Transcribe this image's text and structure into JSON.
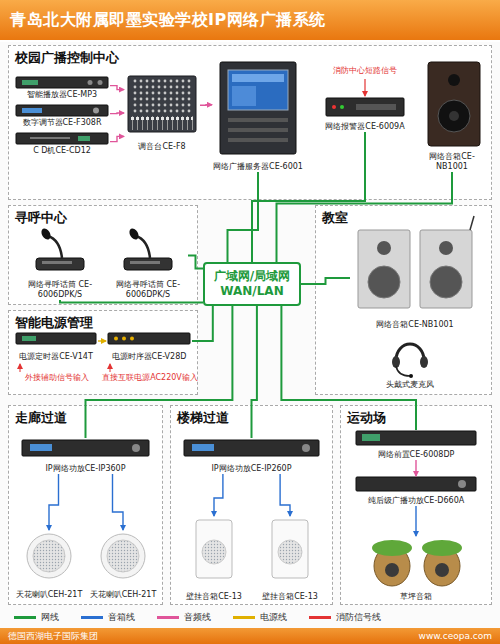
{
  "diagram": {
    "title": "青岛北大附属即墨实验学校IP网络广播系统",
    "nodes": [
      {
        "text": [
          "校园广播控制中心"
        ]
      },
      {
        "text": [
          "智能播放器CE-MP3"
        ],
        "in": 0
      },
      {
        "text": [
          "数字调节器CE-F308R"
        ],
        "in": 0
      },
      {
        "text": [
          "C D机CE-CD12"
        ],
        "in": 0
      },
      {
        "text": [
          "调音台CE-F8"
        ],
        "in": 0
      },
      {
        "text": [
          "网络广播服务器CE-6001"
        ],
        "in": 0
      },
      {
        "text": [
          "网络报警器CE-6009A"
        ],
        "in": 0
      },
      {
        "text": [
          "网络音箱CE-NB1001"
        ],
        "in": 0
      },
      {
        "text": [
          "寻呼中心"
        ]
      },
      {
        "text": [
          "网络寻呼话筒 CE-6006DPK/S"
        ],
        "in": 8
      },
      {
        "text": [
          "网络寻呼话筒 CE-6006DPK/S"
        ],
        "in": 8
      },
      {
        "text": [
          "智能电源管理"
        ]
      },
      {
        "text": [
          "电源定时器CE-V14T"
        ],
        "in": 11
      },
      {
        "text": [
          "电源时序器CE-V28D"
        ],
        "in": 11
      },
      {
        "text": [
          "广域网/局域网 WAN/LAN"
        ]
      },
      {
        "text": [
          "教室"
        ]
      },
      {
        "text": [
          "网络音箱CE-NB1001"
        ],
        "in": 15
      },
      {
        "text": [
          "头戴式麦克风"
        ],
        "in": 15
      },
      {
        "text": [
          "走廊过道"
        ]
      },
      {
        "text": [
          "IP网络功放CE-IP360P"
        ],
        "in": 18
      },
      {
        "text": [
          "天花喇叭CEH-21T"
        ],
        "in": 18
      },
      {
        "text": [
          "天花喇叭CEH-21T"
        ],
        "in": 18
      },
      {
        "text": [
          "楼梯过道"
        ]
      },
      {
        "text": [
          "IP网络功放CE-IP260P"
        ],
        "in": 22
      },
      {
        "text": [
          "壁挂音箱CE-13"
        ],
        "in": 22
      },
      {
        "text": [
          "壁挂音箱CE-13"
        ],
        "in": 22
      },
      {
        "text": [
          "运动场"
        ]
      },
      {
        "text": [
          "网络前置CE-6008DP"
        ],
        "in": 26
      },
      {
        "text": [
          "纯后级广播功放CE-D660A"
        ],
        "in": 26
      },
      {
        "text": [
          "草坪音箱"
        ],
        "in": 26
      }
    ],
    "edges": [
      {
        "from": 1,
        "to": 4,
        "arrow": "to"
      },
      {
        "from": 2,
        "to": 4,
        "arrow": "to"
      },
      {
        "from": 3,
        "to": 4,
        "arrow": "to"
      },
      {
        "from": 4,
        "to": 5,
        "arrow": "to"
      },
      {
        "from": 5,
        "to": 14,
        "arrow": "none"
      },
      {
        "from": 6,
        "to": 14,
        "arrow": "none"
      },
      {
        "from": 7,
        "to": 14,
        "arrow": "none"
      },
      {
        "from": 9,
        "to": 14,
        "arrow": "none"
      },
      {
        "from": 10,
        "to": 14,
        "arrow": "none"
      },
      {
        "from": 12,
        "to": 13,
        "arrow": "to"
      },
      {
        "from": 13,
        "to": 14,
        "arrow": "none"
      },
      {
        "from": 14,
        "to": 16,
        "arrow": "none"
      },
      {
        "from": 14,
        "to": 19,
        "arrow": "none"
      },
      {
        "from": 14,
        "to": 23,
        "arrow": "none"
      },
      {
        "from": 14,
        "to": 27,
        "arrow": "none"
      },
      {
        "from": 19,
        "to": 20,
        "arrow": "to"
      },
      {
        "from": 19,
        "to": 21,
        "arrow": "to"
      },
      {
        "from": 23,
        "to": 24,
        "arrow": "to"
      },
      {
        "from": 23,
        "to": 25,
        "arrow": "to"
      },
      {
        "from": 27,
        "to": 28,
        "arrow": "to"
      },
      {
        "from": 28,
        "to": 29,
        "arrow": "to"
      }
    ],
    "labels": [
      "消防中心短路信号",
      "外接辅助信号输入",
      "直接互联电源AC220V输入",
      "德国西湖电子国际集团",
      "www.ceopa.com"
    ],
    "legend": [
      {
        "text": "网线",
        "color": "#1e9a3c"
      },
      {
        "text": "音箱线",
        "color": "#2a6fd1"
      },
      {
        "text": "音频线",
        "color": "#e0559a"
      },
      {
        "text": "电源线",
        "color": "#e0b000"
      },
      {
        "text": "消防信号线",
        "color": "#e33333"
      }
    ]
  }
}
